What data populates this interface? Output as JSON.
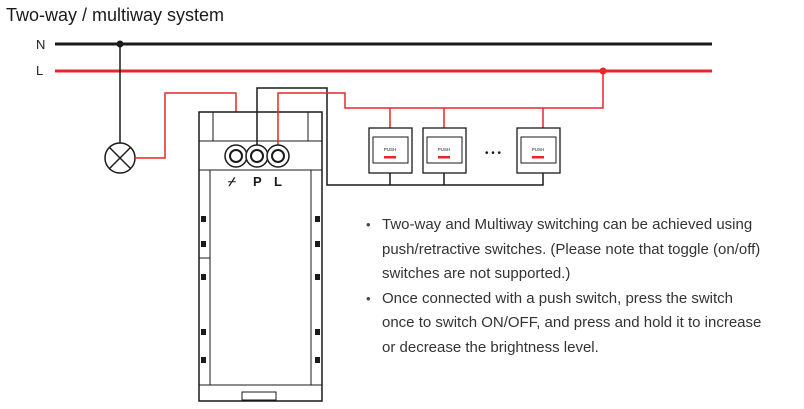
{
  "title": "Two-way / multiway system",
  "wires": {
    "neutral_label": "N",
    "live_label": "L",
    "neutral_color": "#1a1a1a",
    "live_color": "#e8262a"
  },
  "dimmer": {
    "terminal_labels": {
      "dimmer_symbol": "⌿",
      "p": "P",
      "l": "L"
    }
  },
  "switches": {
    "label": "PUSH",
    "ellipsis": "• • •",
    "indicator_color": "#e8262a"
  },
  "icons": {
    "lamp": "lamp-icon",
    "switch": "push-switch-icon"
  },
  "notes": [
    {
      "lines": [
        "Two-way and Multiway switching can be achieved using",
        "push/retractive switches. (Please note that toggle (on/off)",
        "switches are not supported.)"
      ]
    },
    {
      "lines": [
        "Once connected with a push switch, press the switch",
        "once to switch ON/OFF, and press and hold it to increase",
        "or decrease the brightness level."
      ]
    }
  ]
}
